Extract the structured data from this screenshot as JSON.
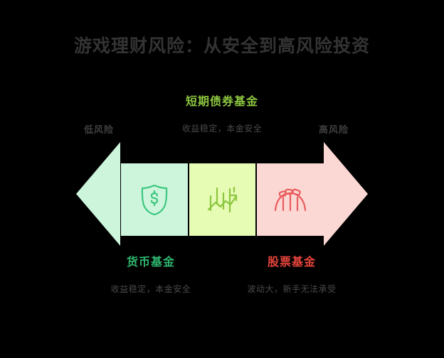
{
  "page": {
    "background_color": "#000000",
    "title": "游戏理财风险：从安全到高风险投资",
    "title_color": "#333333"
  },
  "scale": {
    "left_endpoint_label": "低风险",
    "right_endpoint_label": "高风险",
    "left_arrow_color": "#cdf5dc",
    "right_arrow_color": "#fcd8d5"
  },
  "stages": [
    {
      "id": "money-fund",
      "title": "货币基金",
      "title_color": "#2fb66e",
      "description": "收益稳定，本金安全",
      "box_color": "#cdf5dc",
      "icon": "shield-dollar-icon",
      "icon_color": "#3cc77f",
      "label_position": "bottom"
    },
    {
      "id": "short-term-bond-fund",
      "title": "短期债券基金",
      "title_color": "#8cc63f",
      "description": "收益稳定，本金安全",
      "box_color": "#e6fbb4",
      "icon": "rising-chart-icon",
      "icon_color": "#8cc63f",
      "label_position": "top"
    },
    {
      "id": "stock-fund",
      "title": "股票基金",
      "title_color": "#e8453c",
      "description": "波动大，新手无法承受",
      "box_color": "#fcd8d5",
      "icon": "roller-coaster-icon",
      "icon_color": "#e85d5d",
      "label_position": "bottom"
    }
  ]
}
